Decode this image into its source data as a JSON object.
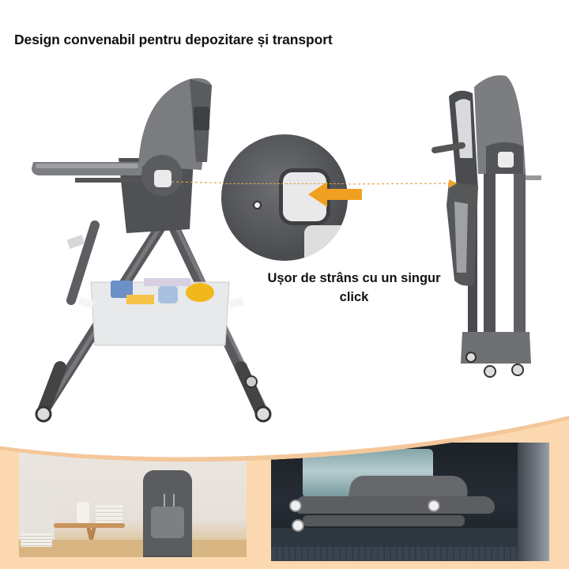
{
  "header": {
    "title": "Design convenabil pentru depozitare și transport"
  },
  "callout": {
    "caption": "Ușor de strâns cu un singur click"
  },
  "panels": {
    "top": {
      "left_image": "high-chair-side-view-unfolded",
      "center_image": "fold-release-button-closeup",
      "right_image": "high-chair-side-view-folded"
    },
    "bottom": {
      "left_image": "folded-chair-standing-in-living-room",
      "right_image": "folded-chair-in-car-trunk"
    }
  },
  "colors": {
    "accent_arrow": "#f0a020",
    "dashed_line": "#e0a34a",
    "frame_peach": "#fbd8b0",
    "chair_gray": "#5a5c5f",
    "button_white": "#e9e9e9"
  },
  "icons": {
    "press_arrow": "arrow-left-icon",
    "small_arrow": "triangle-right-icon"
  }
}
